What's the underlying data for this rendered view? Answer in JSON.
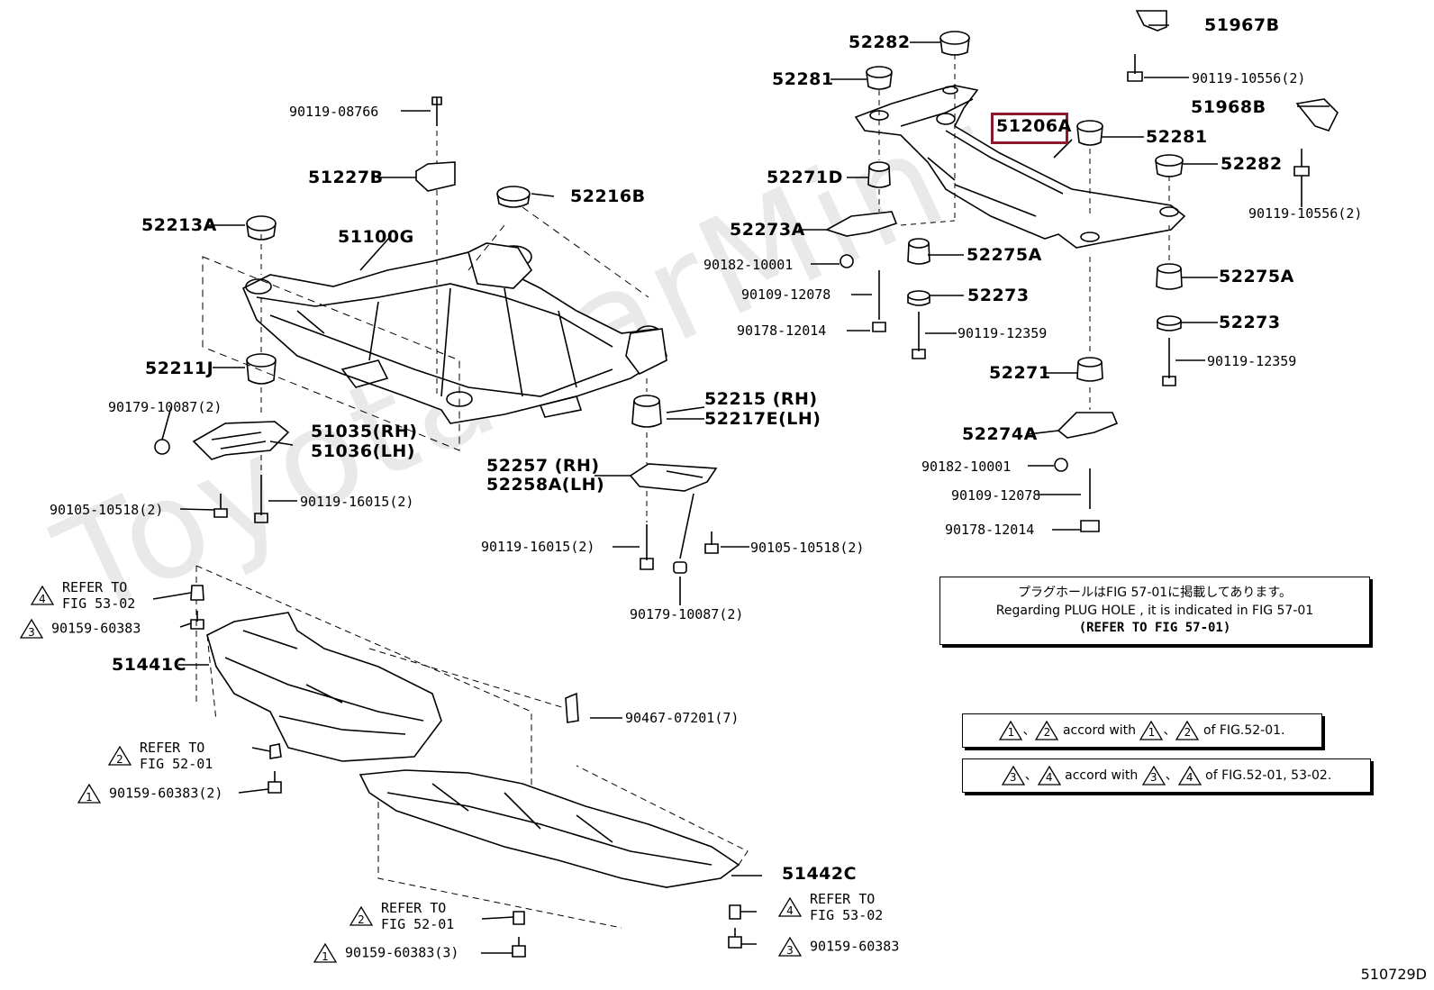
{
  "watermark": "ToyotaCarMint",
  "diagram_number": "510729D",
  "highlight_part": "51206A",
  "parts": {
    "p52282a": "52282",
    "p51967b": "51967B",
    "p90119_10556a": "90119-10556(2)",
    "p52281a": "52281",
    "p51968b": "51968B",
    "p51206a": "51206A",
    "p52281b": "52281",
    "p52282b": "52282",
    "p52271d": "52271D",
    "p90119_10556b": "90119-10556(2)",
    "p52273a": "52273A",
    "p52275a1": "52275A",
    "p90182_10001a": "90182-10001",
    "p90109_12078a": "90109-12078",
    "p52273_1": "52273",
    "p52275a2": "52275A",
    "p90178_12014a": "90178-12014",
    "p90119_12359a": "90119-12359",
    "p52273_2": "52273",
    "p52271": "52271",
    "p90119_12359b": "90119-12359",
    "p52274a": "52274A",
    "p90182_10001b": "90182-10001",
    "p90109_12078b": "90109-12078",
    "p90178_12014b": "90178-12014",
    "p90119_08766": "90119-08766",
    "p51227b": "51227B",
    "p52216b": "52216B",
    "p52213a": "52213A",
    "p51100g": "51100G",
    "p52211j": "52211J",
    "p52215rh": "52215 (RH)",
    "p52217elh": "52217E(LH)",
    "p90179_10087a": "90179-10087(2)",
    "p51035rh": "51035(RH)",
    "p51036lh": "51036(LH)",
    "p52257rh": "52257 (RH)",
    "p52258alh": "52258A(LH)",
    "p90105_10518a": "90105-10518(2)",
    "p90119_16015a": "90119-16015(2)",
    "p90119_16015b": "90119-16015(2)",
    "p90105_10518b": "90105-10518(2)",
    "p90179_10087b": "90179-10087(2)",
    "p51441c": "51441C",
    "p90467_07201": "90467-07201(7)",
    "p51442c": "51442C"
  },
  "refs": {
    "r1_a": "REFER TO",
    "r1_b": "FIG 53-02",
    "r1_n": "4",
    "r2_n": "3",
    "r2_part": "90159-60383",
    "r3_a": "REFER TO",
    "r3_b": "FIG 52-01",
    "r3_n": "2",
    "r4_n": "1",
    "r4_part": "90159-60383(2)",
    "r5_a": "REFER TO",
    "r5_b": "FIG 52-01",
    "r5_n": "2",
    "r6_n": "1",
    "r6_part": "90159-60383(3)",
    "r7_a": "REFER TO",
    "r7_b": "FIG 53-02",
    "r7_n": "4",
    "r8_n": "3",
    "r8_part": "90159-60383"
  },
  "notes": {
    "plug_jp": "プラグホールはFIG 57-01に掲載してあります。",
    "plug_en": "Regarding  PLUG  HOLE , it is indicated in FIG  57-01",
    "plug_ref": "(REFER TO FIG 57-01)",
    "accord1": {
      "t1": "1",
      "sep1": "、",
      "t2": "2",
      "mid": "accord with",
      "t3": "1",
      "sep2": "、",
      "t4": "2",
      "tail": "of FIG.52-01."
    },
    "accord2": {
      "t1": "3",
      "sep1": "、",
      "t2": "4",
      "mid": "accord with",
      "t3": "3",
      "sep2": "、",
      "t4": "4",
      "tail": "of FIG.52-01, 53-02."
    }
  }
}
